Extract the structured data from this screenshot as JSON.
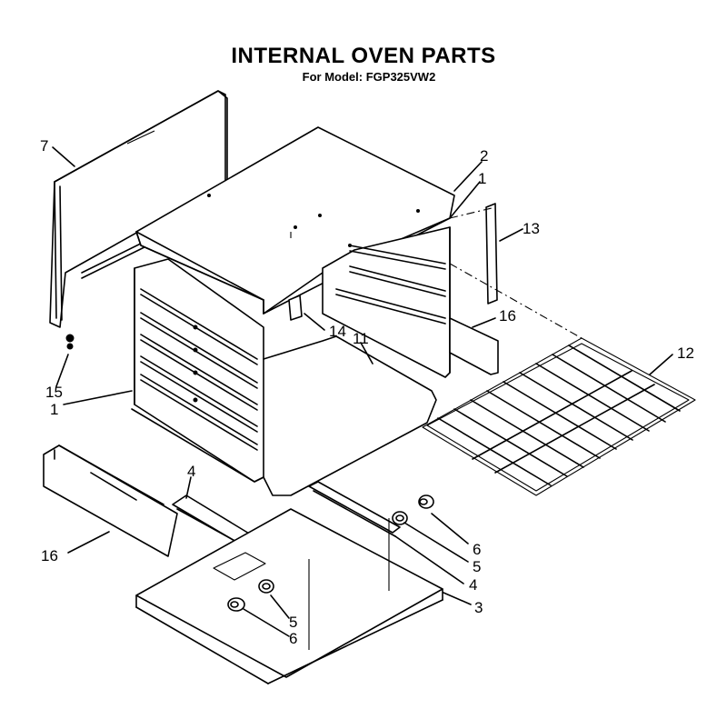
{
  "header": {
    "title": "INTERNAL OVEN PARTS",
    "subtitle": "For Model: FGP325VW2"
  },
  "callouts": {
    "c7": "7",
    "c2": "2",
    "c1_top": "1",
    "c13": "13",
    "c16_right": "16",
    "c14": "14",
    "c11": "11",
    "c12": "12",
    "c15": "15",
    "c1_left": "1",
    "c4_left": "4",
    "c16_left": "16",
    "c6_right": "6",
    "c5_right": "5",
    "c4_right": "4",
    "c3": "3",
    "c5_bottom": "5",
    "c6_bottom": "6"
  }
}
